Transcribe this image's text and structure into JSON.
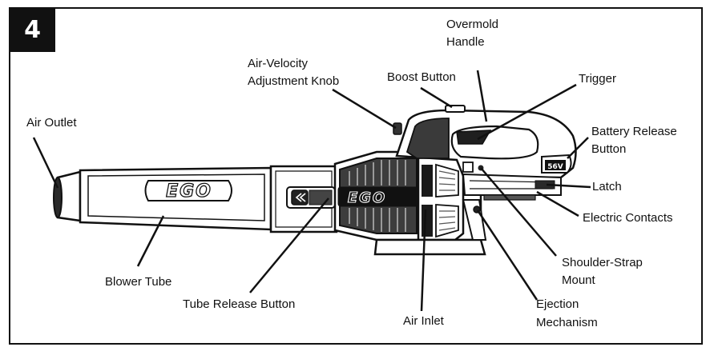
{
  "figure": {
    "step_number": "4",
    "colors": {
      "stroke": "#111111",
      "fill_dark": "#1a1a1a",
      "fill_mid": "#5a5a5a",
      "fill_light": "#ffffff"
    }
  },
  "tube_brand": "EGO",
  "body_brand": "EGO",
  "battery_badge": "56V",
  "labels": {
    "overmold_handle_1": "Overmold",
    "overmold_handle_2": "Handle",
    "air_velocity_knob_1": "Air-Velocity",
    "air_velocity_knob_2": "Adjustment Knob",
    "boost_button": "Boost Button",
    "trigger": "Trigger",
    "air_outlet": "Air Outlet",
    "battery_release_1": "Battery Release",
    "battery_release_2": "Button",
    "latch": "Latch",
    "electric_contacts": "Electric Contacts",
    "shoulder_strap_1": "Shoulder-Strap",
    "shoulder_strap_2": "Mount",
    "blower_tube": "Blower Tube",
    "tube_release_button": "Tube Release Button",
    "ejection_mechanism_1": "Ejection",
    "ejection_mechanism_2": "Mechanism",
    "air_inlet": "Air Inlet"
  }
}
